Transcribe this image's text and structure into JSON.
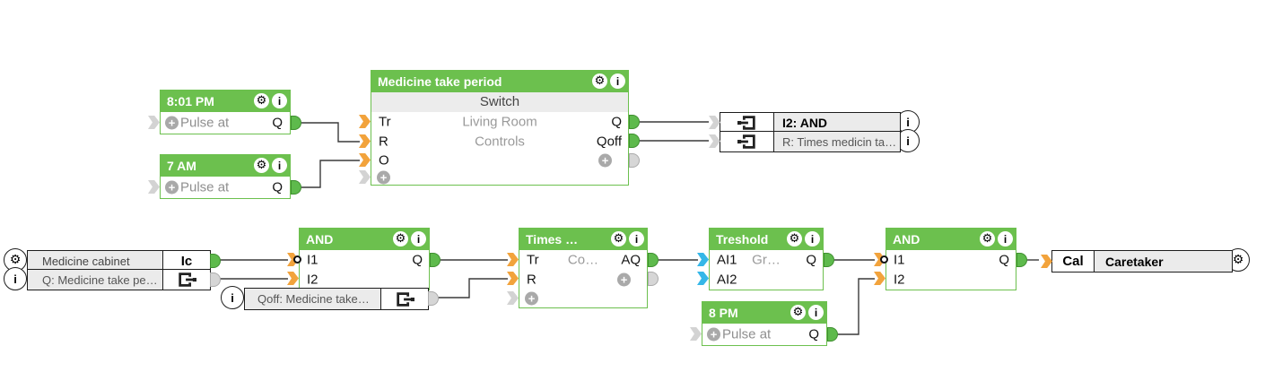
{
  "icons": {
    "gear": "⚙",
    "info": "i",
    "plus": "+"
  },
  "blocks": {
    "pulse801": {
      "title": "8:01 PM",
      "label": "Pulse at",
      "out": "Q"
    },
    "pulse7am": {
      "title": "7 AM",
      "label": "Pulse at",
      "out": "Q"
    },
    "period": {
      "title": "Medicine take period",
      "type": "Switch",
      "room": "Living Room",
      "category": "Controls",
      "in1": "Tr",
      "in2": "R",
      "in3": "O",
      "out1": "Q",
      "out2": "Qoff"
    },
    "refI2": {
      "label": "I2: AND"
    },
    "refRTimes": {
      "label": "R: Times medicin ta…"
    },
    "cabinet": {
      "label": "Medicine cabinet",
      "port": "Ic"
    },
    "qMedicine": {
      "label": "Q: Medicine take pe…"
    },
    "and1": {
      "title": "AND",
      "in1": "I1",
      "in2": "I2",
      "out": "Q"
    },
    "qoffRef": {
      "label": "Qoff: Medicine take…"
    },
    "times": {
      "title": "Times …",
      "center": "Co…",
      "in1": "Tr",
      "in2": "R",
      "out": "AQ"
    },
    "treshold": {
      "title": "Treshold",
      "center": "Gr…",
      "in1": "AI1",
      "in2": "AI2",
      "out": "Q"
    },
    "pulse8pm": {
      "title": "8 PM",
      "label": "Pulse at",
      "out": "Q"
    },
    "and2": {
      "title": "AND",
      "in1": "I1",
      "in2": "I2",
      "out": "Q"
    },
    "caretaker": {
      "port": "Cal",
      "label": "Caretaker"
    }
  },
  "colors": {
    "block_green": "#6cc04e",
    "input_orange": "#f2a33c",
    "input_cyan": "#35b7e8",
    "output_green": "#5eba4c",
    "connector_gray": "#d3d3d3",
    "wire": "#3a3a3a"
  }
}
